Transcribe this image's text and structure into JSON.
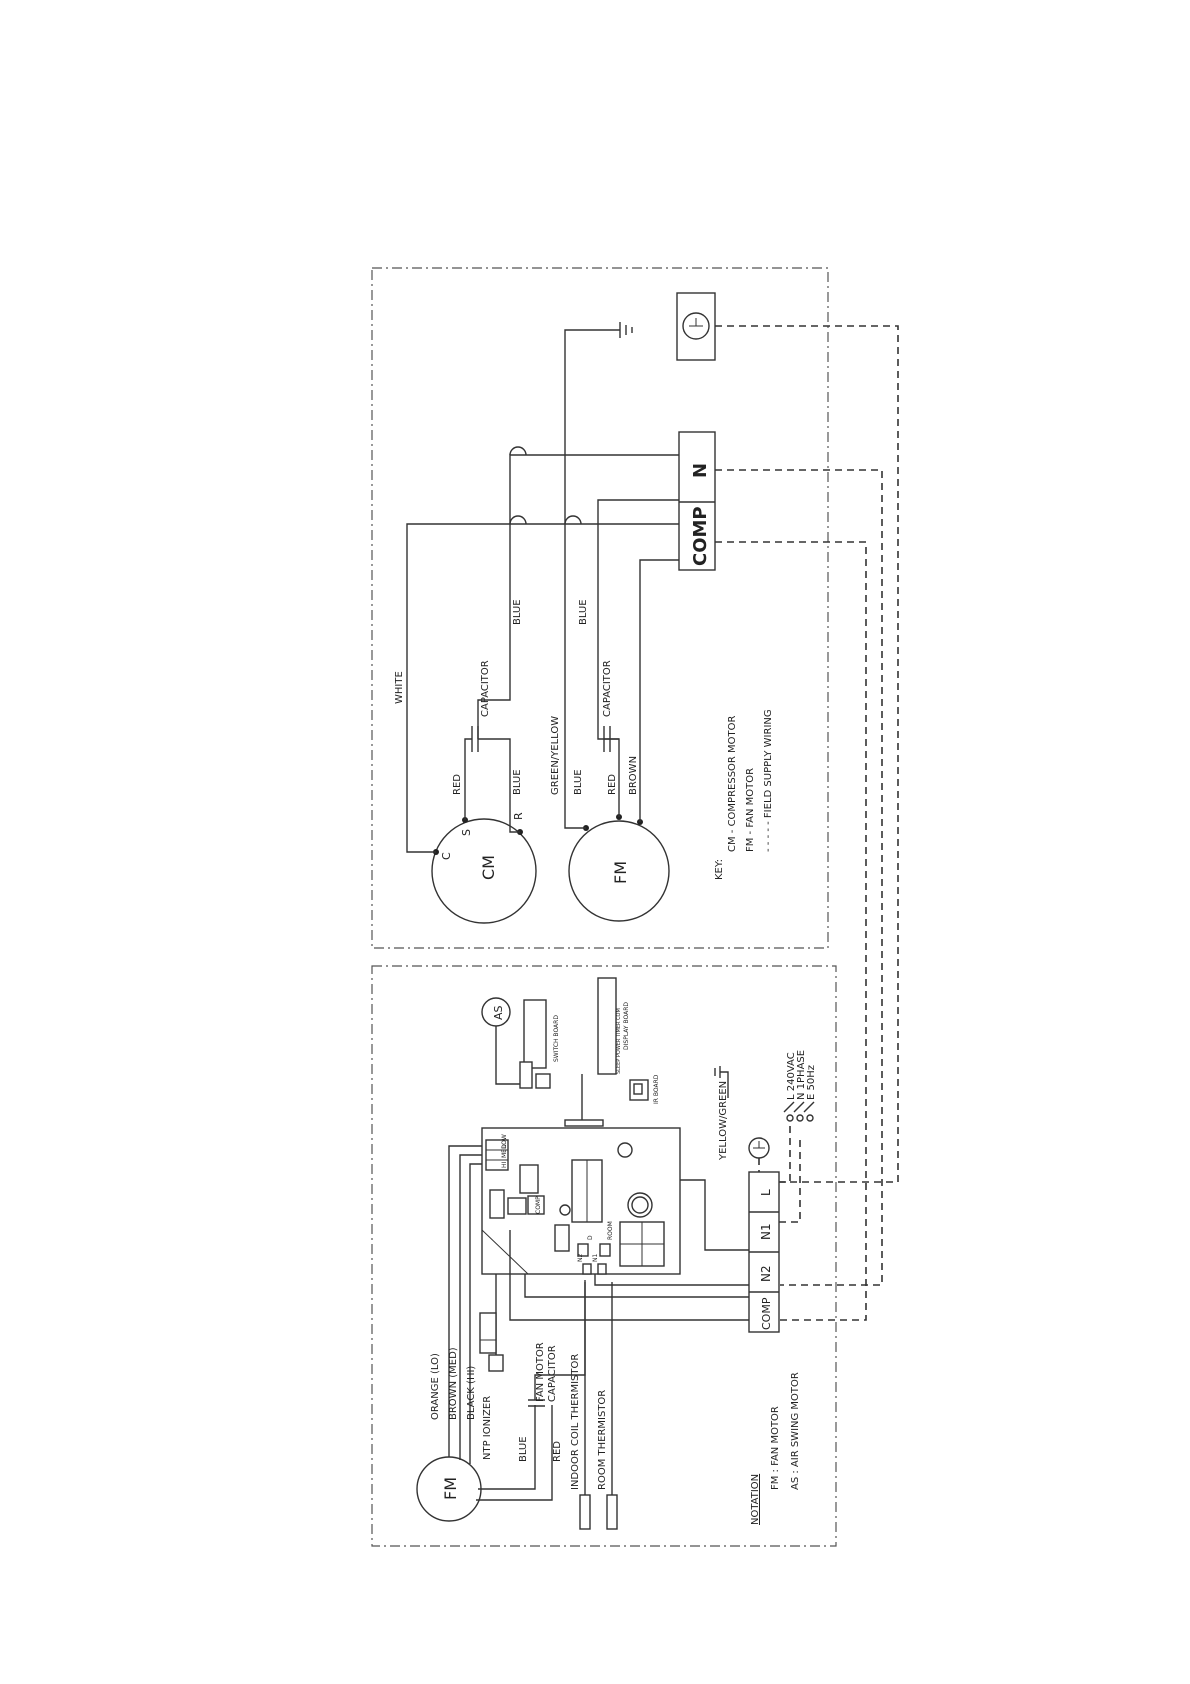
{
  "outdoor": {
    "wire_white": "WHITE",
    "wire_red_cm": "RED",
    "capacitor_cm": "CAPACITOR",
    "wire_blue_cm1": "BLUE",
    "wire_blue_cm2": "BLUE",
    "cm_label": "CM",
    "cm_c": "C",
    "cm_s": "S",
    "cm_r": "R",
    "wire_green_yellow": "GREEN/YELLOW",
    "wire_blue_fm1": "BLUE",
    "wire_red_fm": "RED",
    "wire_brown_fm": "BROWN",
    "capacitor_fm": "CAPACITOR",
    "wire_blue_fm2": "BLUE",
    "fm_label": "FM",
    "terminal_comp": "COMP",
    "terminal_n": "N",
    "key_title": "KEY:",
    "key_cm": "CM  -  COMPRESSOR MOTOR",
    "key_fm": "FM  -  FAN MOTOR",
    "key_field": "- - - - -  FIELD SUPPLY WIRING"
  },
  "indoor": {
    "fm_label": "FM",
    "wire_orange": "ORANGE (LO)",
    "wire_brown": "BROWN (MED)",
    "wire_black": "BLACK (HI)",
    "ntp_ionizer": "NTP IONIZER",
    "wire_blue": "BLUE",
    "wire_red": "RED",
    "fan_motor_capacitor_1": "FAN MOTOR",
    "fan_motor_capacitor_2": "CAPACITOR",
    "indoor_coil_thermistor": "INDOOR COIL THERMISTOR",
    "room_thermistor": "ROOM THERMISTOR",
    "notation_title": "NOTATION",
    "notation_fm": "FM  :   FAN MOTOR",
    "notation_as": "AS  :   AIR SWING MOTOR",
    "as_label": "AS",
    "switch_board": "SWITCH BOARD",
    "display_board": "DISPLAY BOARD",
    "display_board_buttons": "SLEEP  POWER  TIMER  COM",
    "ir_board": "IR BOARD",
    "yellow_green": "YELLOW/GREEN",
    "supply_1": "L 240VAC",
    "supply_2": "N 1PHASE",
    "supply_3": "E 50Hz",
    "terminal_l": "L",
    "terminal_n1": "N1",
    "terminal_n2": "N2",
    "terminal_comp": "COMP",
    "pcb_comp": "COMP",
    "pcb_n2": "N2",
    "pcb_n1": "N1",
    "pcb_room": "ROOM",
    "pcb_d": "D",
    "pcb_hi": "HI",
    "pcb_med": "MED",
    "pcb_low": "LOW"
  }
}
